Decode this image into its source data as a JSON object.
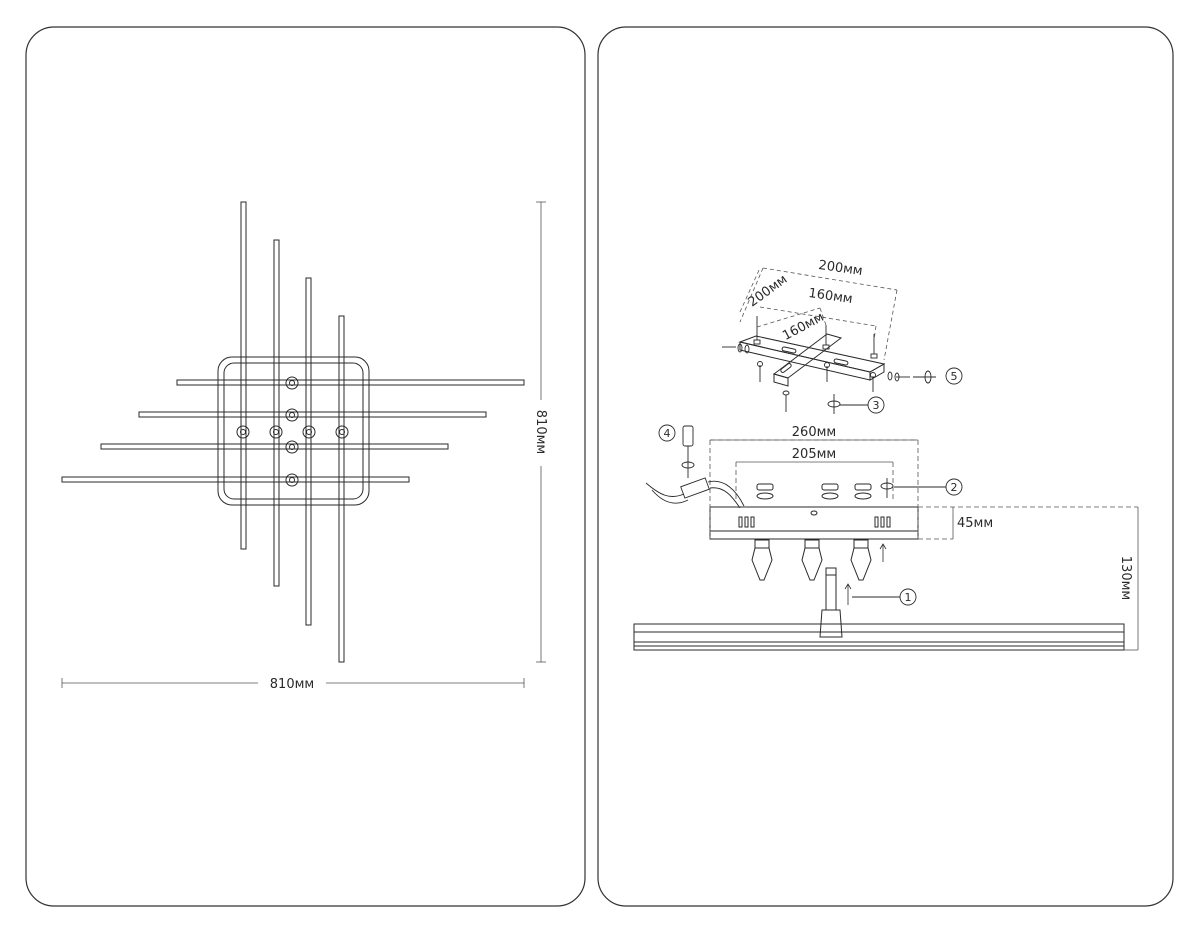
{
  "left_panel": {
    "width_label": "810мм",
    "height_label": "810мм"
  },
  "right_panel": {
    "bracket": {
      "dim_outer_a": "200мм",
      "dim_outer_b": "200мм",
      "dim_inner_a": "160мм",
      "dim_inner_b": "160мм"
    },
    "base": {
      "dim_width": "260мм",
      "dim_holes": "205мм",
      "dim_height": "45мм",
      "dim_total": "130мм"
    },
    "steps": [
      "1",
      "2",
      "3",
      "4",
      "5"
    ]
  },
  "colors": {
    "line": "#2a2a2a",
    "dim_line": "#555555",
    "panel_border": "#333333"
  }
}
